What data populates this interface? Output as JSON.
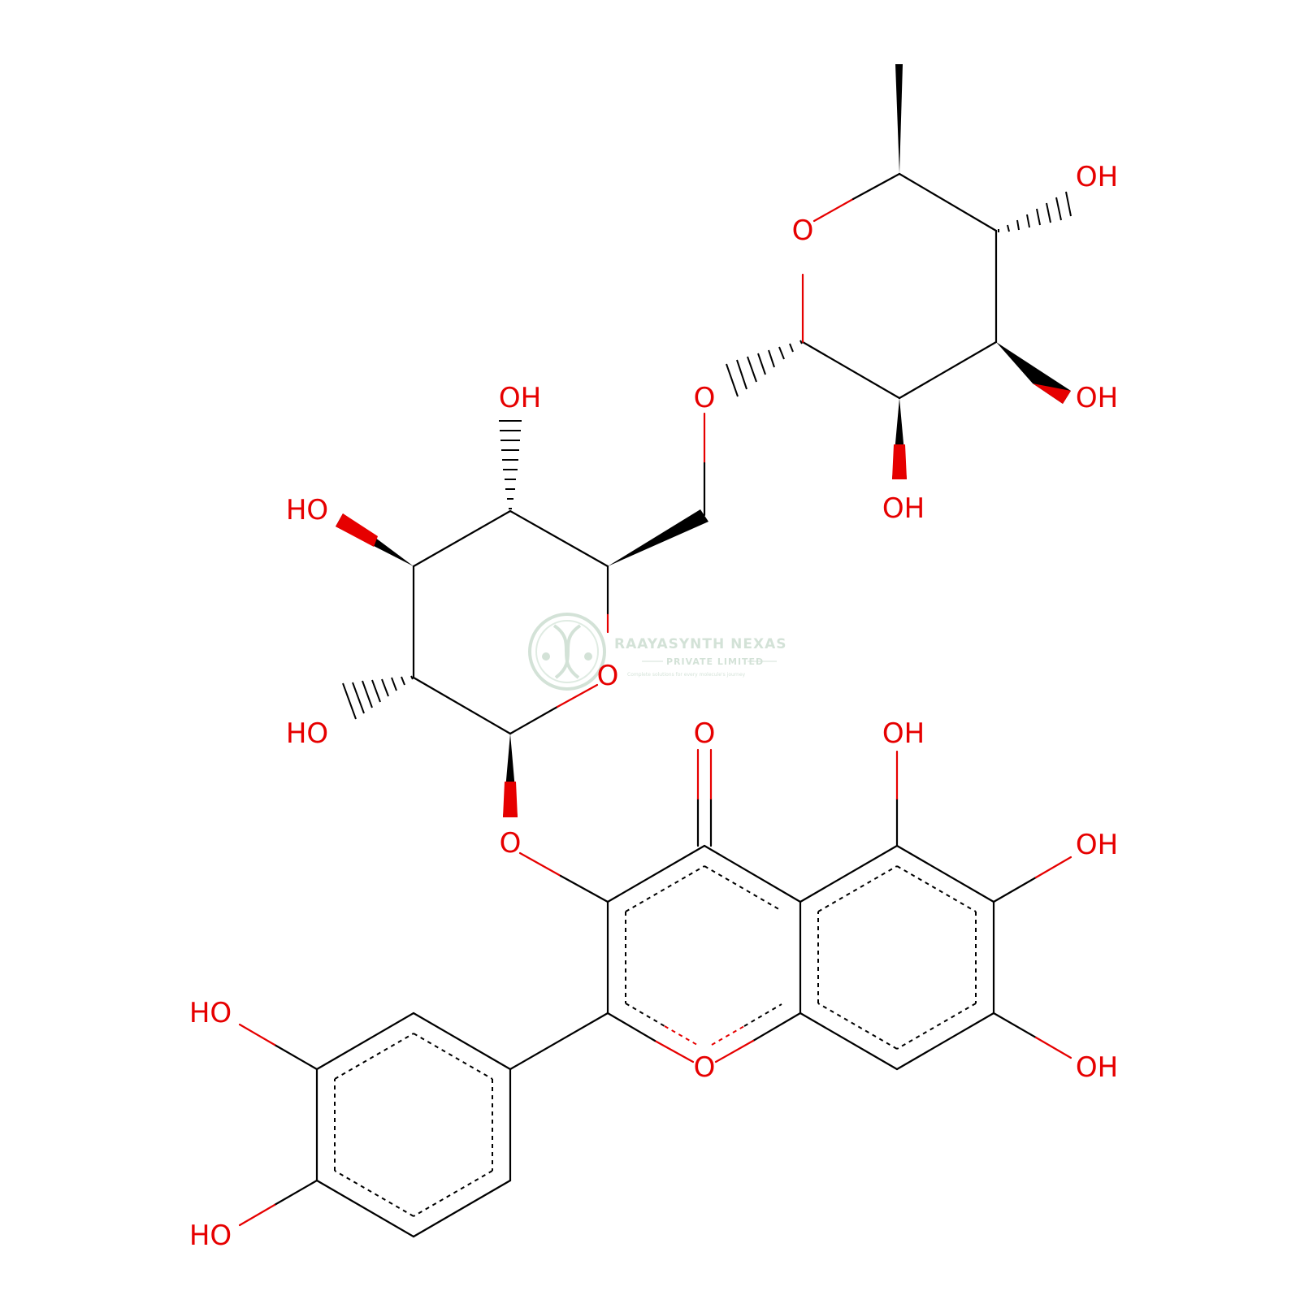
{
  "diagram": {
    "type": "chemical-structure",
    "atom_label_color": "#e60000",
    "bond_color": "#000000",
    "atom_labels": {
      "O_ring_rha": "O",
      "OH_rha_top": "OH",
      "OH_rha_mid": "OH",
      "OH_rha_bottom": "OH",
      "O_link_glc_rha": "O",
      "OH_glc_top": "OH",
      "HO_glc_left": "HO",
      "HO_glc_lower": "HO",
      "O_ring_glc": "O",
      "O_glycosidic": "O",
      "O_carbonyl": "O",
      "OH_c5": "OH",
      "OH_c6": "OH",
      "OH_c7": "OH",
      "O_ring_pyran": "O",
      "HO_bring_top": "HO",
      "HO_bring_bottom": "HO"
    }
  },
  "watermark": {
    "company": "RAAYASYNTH NEXAS",
    "subtitle": "PRIVATE LIMITED",
    "tagline": "Complete solutions for every molecule's journey",
    "color": "#9fbfa8"
  }
}
